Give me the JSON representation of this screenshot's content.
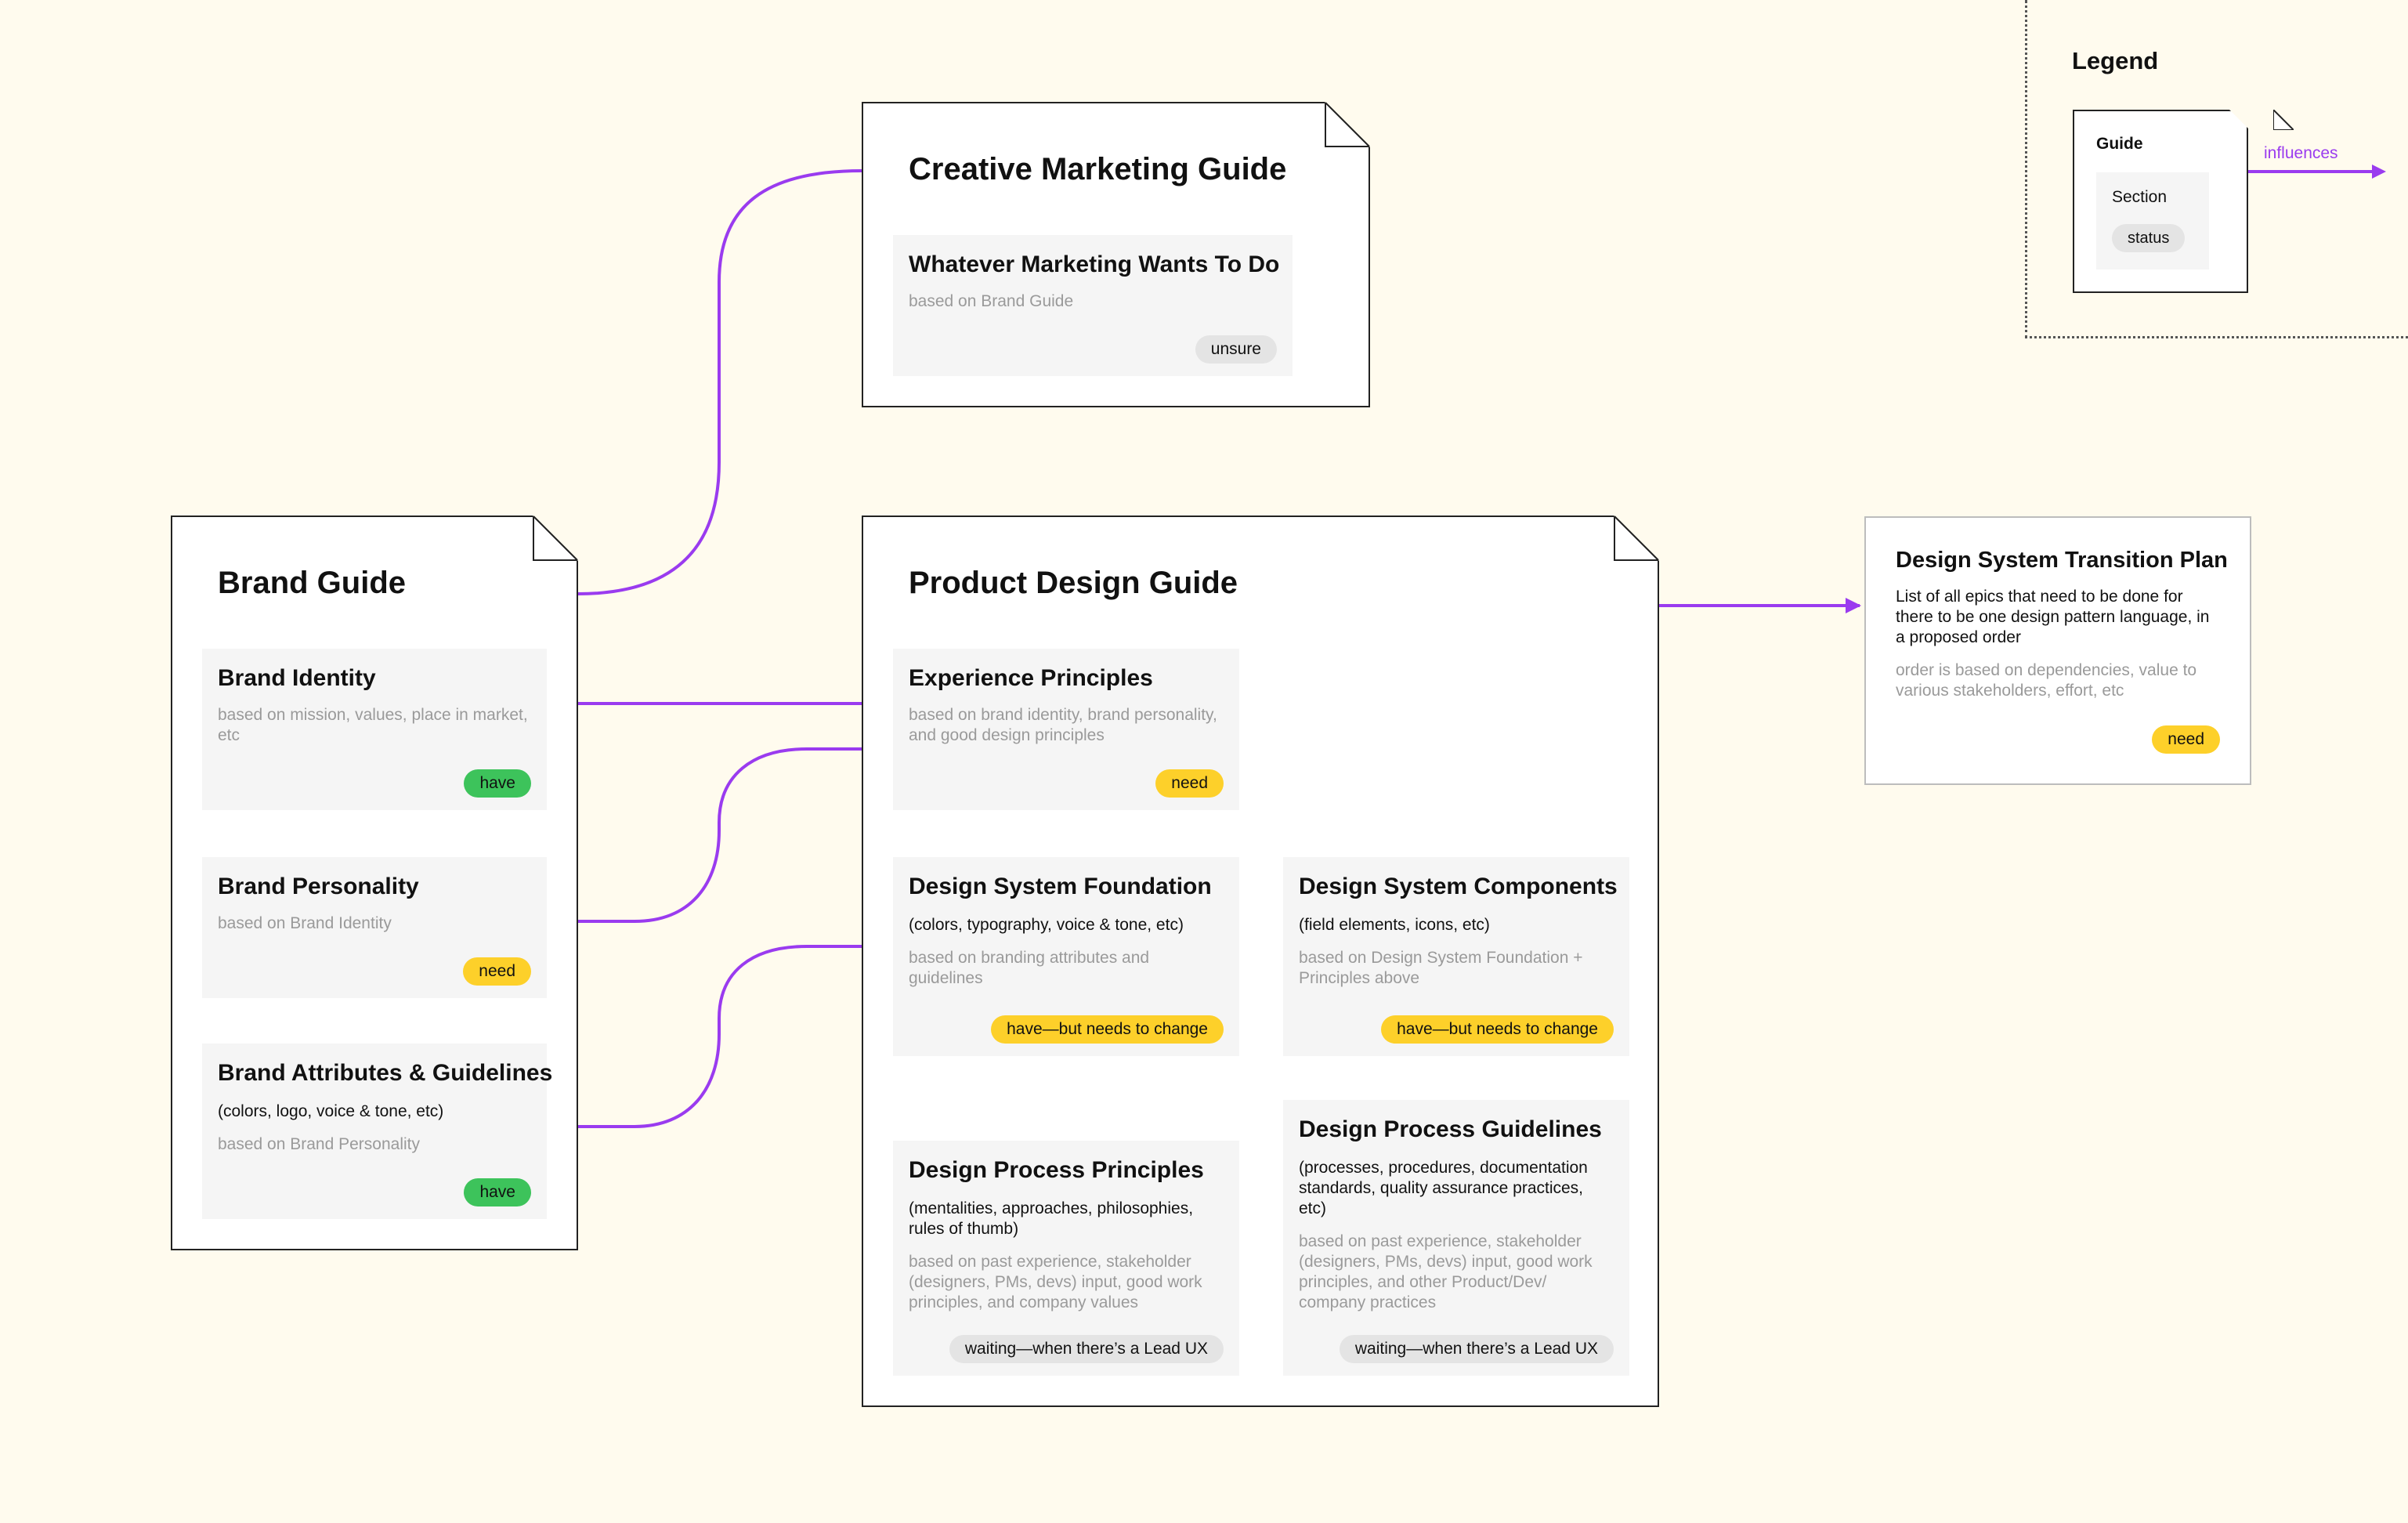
{
  "legend": {
    "title": "Legend",
    "guide_label": "Guide",
    "section_label": "Section",
    "status_label": "status",
    "arrow_label": "influences"
  },
  "creative_marketing_guide": {
    "title": "Creative Marketing Guide",
    "sections": [
      {
        "title": "Whatever Marketing Wants To Do",
        "basis": "based on Brand Guide",
        "status": "unsure"
      }
    ]
  },
  "brand_guide": {
    "title": "Brand Guide",
    "sections": [
      {
        "title": "Brand Identity",
        "basis": "based on mission, values, place in market, etc",
        "status": "have"
      },
      {
        "title": "Brand Personality",
        "basis": "based on Brand Identity",
        "status": "need"
      },
      {
        "title": "Brand Attributes & Guidelines",
        "desc": "(colors, logo, voice & tone, etc)",
        "basis": "based on Brand Personality",
        "status": "have"
      }
    ]
  },
  "product_design_guide": {
    "title": "Product Design Guide",
    "sections": [
      {
        "title": "Experience Principles",
        "basis": "based on brand identity, brand personality, and good design principles",
        "status": "need"
      },
      {
        "title": "Design System Foundation",
        "desc": "(colors, typography, voice & tone, etc)",
        "basis": "based on branding attributes and guidelines",
        "status": "have—but needs to change"
      },
      {
        "title": "Design System Components",
        "desc": "(field elements, icons, etc)",
        "basis": "based on Design System Foundation + Principles above",
        "status": "have—but needs to change"
      },
      {
        "title": "Design Process Principles",
        "desc": "(mentalities, approaches, philosophies, rules of thumb)",
        "basis": "based on past experience, stakeholder (designers, PMs, devs) input, good work principles, and company values",
        "status": "waiting—when there’s a Lead UX"
      },
      {
        "title": "Design Process Guidelines",
        "desc": "(processes, procedures, documentation standards, quality assurance practices, etc)",
        "basis": "based on past experience, stakeholder (designers, PMs, devs) input, good work principles, and other Product/Dev/ company practices",
        "status": "waiting—when there’s a Lead UX"
      }
    ]
  },
  "transition_plan": {
    "title": "Design System Transition Plan",
    "desc": "List of all epics that need to be done for there to be one design pattern language, in a proposed order",
    "basis": "order is based on dependencies, value to various stakeholders, effort, etc",
    "status": "need"
  },
  "colors": {
    "background": "#fffbee",
    "connector": "#9a3bef",
    "have": "#3dc35b",
    "need": "#fdd02a",
    "neutral": "#e4e4e4"
  }
}
